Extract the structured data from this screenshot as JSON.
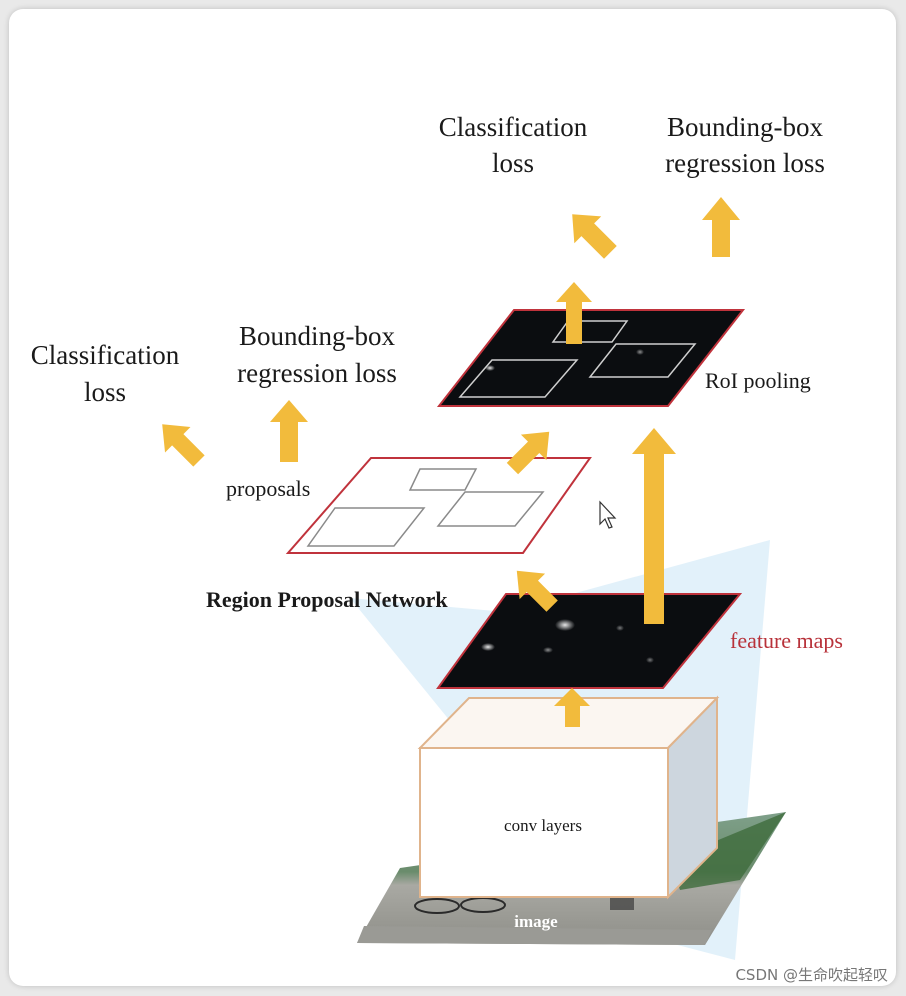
{
  "labels": {
    "top_classification_line1": "Classification",
    "top_classification_line2": "loss",
    "top_bbox_line1": "Bounding-box",
    "top_bbox_line2": "regression loss",
    "left_classification_line1": "Classification",
    "left_classification_line2": "loss",
    "mid_bbox_line1": "Bounding-box",
    "mid_bbox_line2": "regression loss",
    "roi_pooling": "RoI pooling",
    "proposals": "proposals",
    "rpn": "Region Proposal Network",
    "feature_maps": "feature maps",
    "conv_layers": "conv layers",
    "image": "image"
  },
  "watermark": "CSDN @生命吹起轻叹",
  "colors": {
    "arrow": "#f2bb3c",
    "feature_map": "#0b0d10",
    "map_border": "#c0333c",
    "feature_maps_text": "#b8323a",
    "conv_box_border": "#e0b48c"
  }
}
